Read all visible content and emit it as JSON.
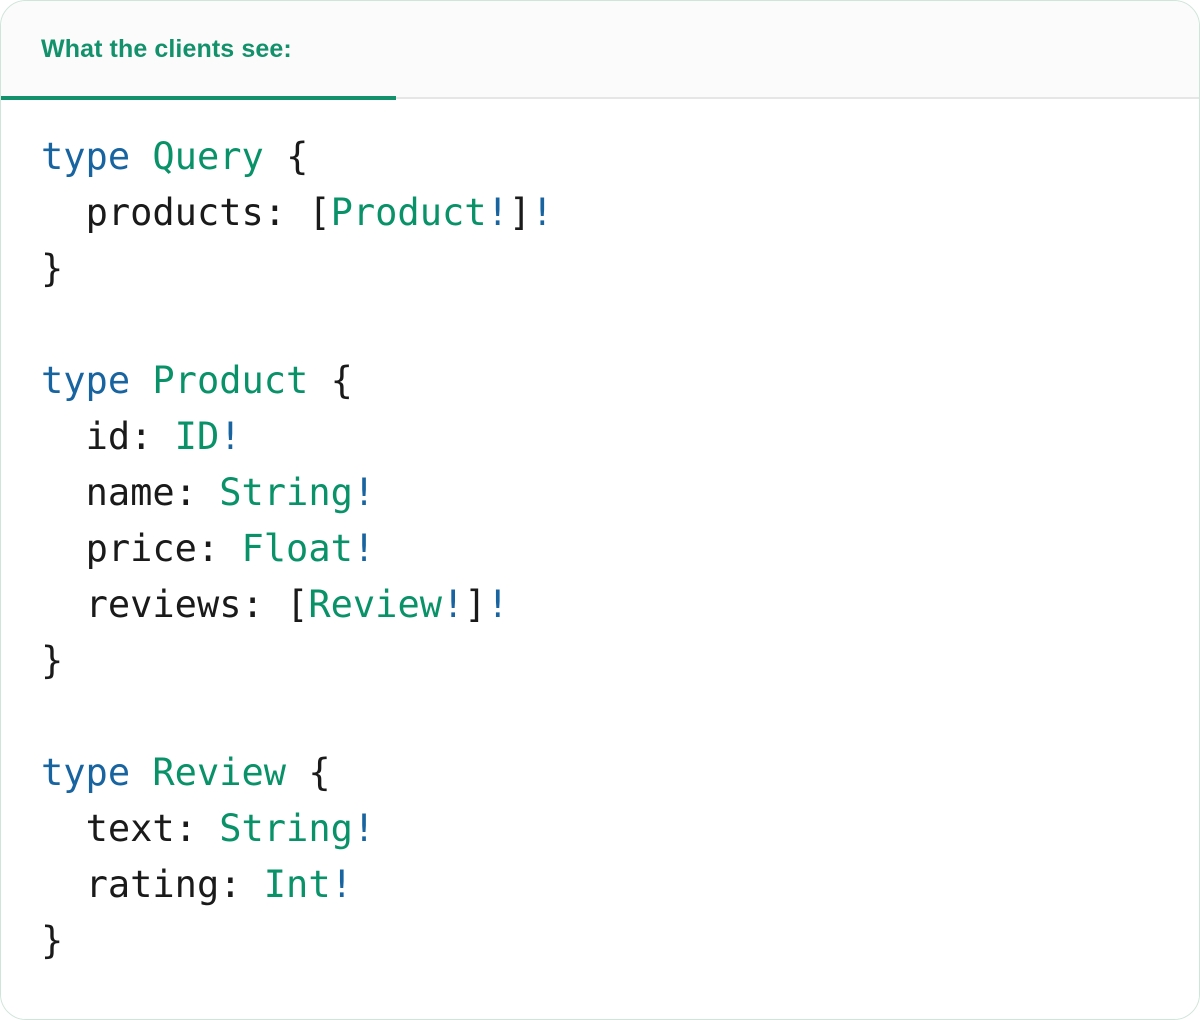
{
  "card": {
    "border_color": "#cfe5da",
    "background": "#ffffff"
  },
  "tabbar": {
    "background": "#fbfbfb",
    "border_color": "#e6e6e6",
    "tabs": [
      {
        "id": "clients-view",
        "label": "What the clients see:",
        "active": true,
        "accent_color": "#12916b"
      }
    ]
  },
  "theme": {
    "keyword_color": "#1864a0",
    "typename_color": "#099268",
    "nonnull_color": "#1864a0",
    "punctuation_color": "#1a1a1a",
    "text_color": "#1a1a1a"
  },
  "code": {
    "language": "graphql",
    "raw": "type Query {\n  products: [Product!]!\n}\n\ntype Product {\n  id: ID!\n  name: String!\n  price: Float!\n  reviews: [Review!]!\n}\n\ntype Review {\n  text: String!\n  rating: Int!\n}",
    "lines": [
      {
        "n": 1,
        "tokens": [
          {
            "t": "type",
            "k": "kw"
          },
          {
            "t": " ",
            "k": "plain"
          },
          {
            "t": "Query",
            "k": "type"
          },
          {
            "t": " ",
            "k": "plain"
          },
          {
            "t": "{",
            "k": "punct"
          }
        ]
      },
      {
        "n": 2,
        "tokens": [
          {
            "t": "  ",
            "k": "plain"
          },
          {
            "t": "products:",
            "k": "field"
          },
          {
            "t": " ",
            "k": "plain"
          },
          {
            "t": "[",
            "k": "punct"
          },
          {
            "t": "Product",
            "k": "type"
          },
          {
            "t": "!",
            "k": "bang"
          },
          {
            "t": "]",
            "k": "punct"
          },
          {
            "t": "!",
            "k": "bang"
          }
        ]
      },
      {
        "n": 3,
        "tokens": [
          {
            "t": "}",
            "k": "punct"
          }
        ]
      },
      {
        "n": 4,
        "tokens": []
      },
      {
        "n": 5,
        "tokens": [
          {
            "t": "type",
            "k": "kw"
          },
          {
            "t": " ",
            "k": "plain"
          },
          {
            "t": "Product",
            "k": "type"
          },
          {
            "t": " ",
            "k": "plain"
          },
          {
            "t": "{",
            "k": "punct"
          }
        ]
      },
      {
        "n": 6,
        "tokens": [
          {
            "t": "  ",
            "k": "plain"
          },
          {
            "t": "id:",
            "k": "field"
          },
          {
            "t": " ",
            "k": "plain"
          },
          {
            "t": "ID",
            "k": "type"
          },
          {
            "t": "!",
            "k": "bang"
          }
        ]
      },
      {
        "n": 7,
        "tokens": [
          {
            "t": "  ",
            "k": "plain"
          },
          {
            "t": "name:",
            "k": "field"
          },
          {
            "t": " ",
            "k": "plain"
          },
          {
            "t": "String",
            "k": "type"
          },
          {
            "t": "!",
            "k": "bang"
          }
        ]
      },
      {
        "n": 8,
        "tokens": [
          {
            "t": "  ",
            "k": "plain"
          },
          {
            "t": "price:",
            "k": "field"
          },
          {
            "t": " ",
            "k": "plain"
          },
          {
            "t": "Float",
            "k": "type"
          },
          {
            "t": "!",
            "k": "bang"
          }
        ]
      },
      {
        "n": 9,
        "tokens": [
          {
            "t": "  ",
            "k": "plain"
          },
          {
            "t": "reviews:",
            "k": "field"
          },
          {
            "t": " ",
            "k": "plain"
          },
          {
            "t": "[",
            "k": "punct"
          },
          {
            "t": "Review",
            "k": "type"
          },
          {
            "t": "!",
            "k": "bang"
          },
          {
            "t": "]",
            "k": "punct"
          },
          {
            "t": "!",
            "k": "bang"
          }
        ]
      },
      {
        "n": 10,
        "tokens": [
          {
            "t": "}",
            "k": "punct"
          }
        ]
      },
      {
        "n": 11,
        "tokens": []
      },
      {
        "n": 12,
        "tokens": [
          {
            "t": "type",
            "k": "kw"
          },
          {
            "t": " ",
            "k": "plain"
          },
          {
            "t": "Review",
            "k": "type"
          },
          {
            "t": " ",
            "k": "plain"
          },
          {
            "t": "{",
            "k": "punct"
          }
        ]
      },
      {
        "n": 13,
        "tokens": [
          {
            "t": "  ",
            "k": "plain"
          },
          {
            "t": "text:",
            "k": "field"
          },
          {
            "t": " ",
            "k": "plain"
          },
          {
            "t": "String",
            "k": "type"
          },
          {
            "t": "!",
            "k": "bang"
          }
        ]
      },
      {
        "n": 14,
        "tokens": [
          {
            "t": "  ",
            "k": "plain"
          },
          {
            "t": "rating:",
            "k": "field"
          },
          {
            "t": " ",
            "k": "plain"
          },
          {
            "t": "Int",
            "k": "type"
          },
          {
            "t": "!",
            "k": "bang"
          }
        ]
      },
      {
        "n": 15,
        "tokens": [
          {
            "t": "}",
            "k": "punct"
          }
        ]
      }
    ]
  }
}
